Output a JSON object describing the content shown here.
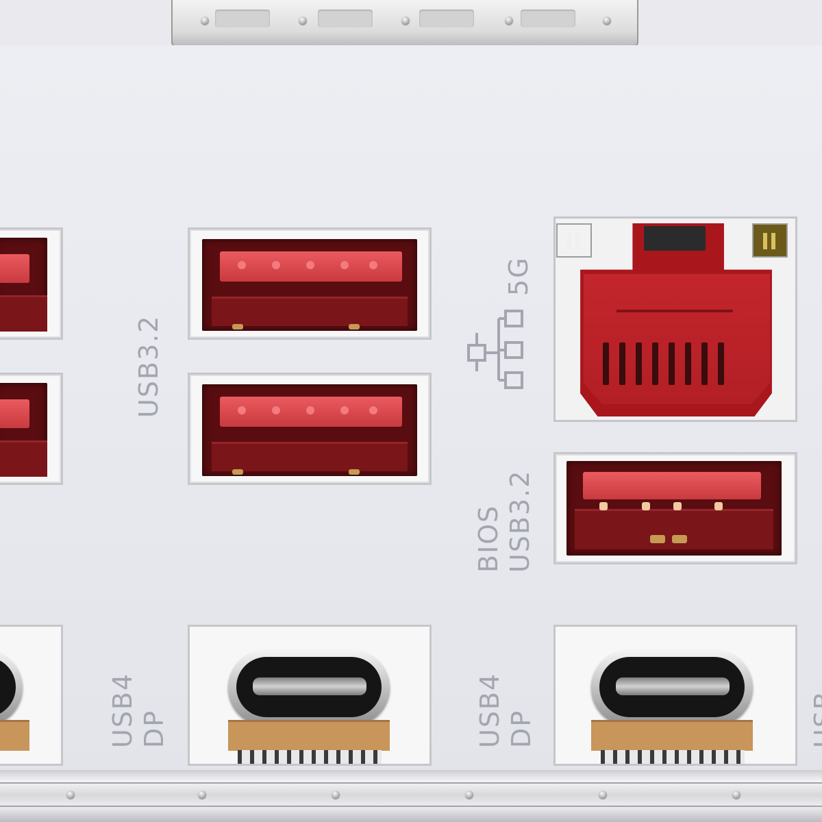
{
  "labels": {
    "usb32_left": "USB3.2",
    "lan_speed": "5G",
    "bios": "BIOS",
    "usb32_right": "USB3.2",
    "usb4_left": "USB4",
    "dp_left": "DP",
    "usb4_right": "USB4",
    "dp_right": "DP",
    "usb_partial_right": "USB"
  },
  "colors": {
    "port_red": "#a9171d",
    "plate": "#e9eaef",
    "label_gray": "#a3a6b1",
    "pcb_gold": "#c8955a"
  },
  "icons": {
    "lan": "network-lan-icon"
  }
}
